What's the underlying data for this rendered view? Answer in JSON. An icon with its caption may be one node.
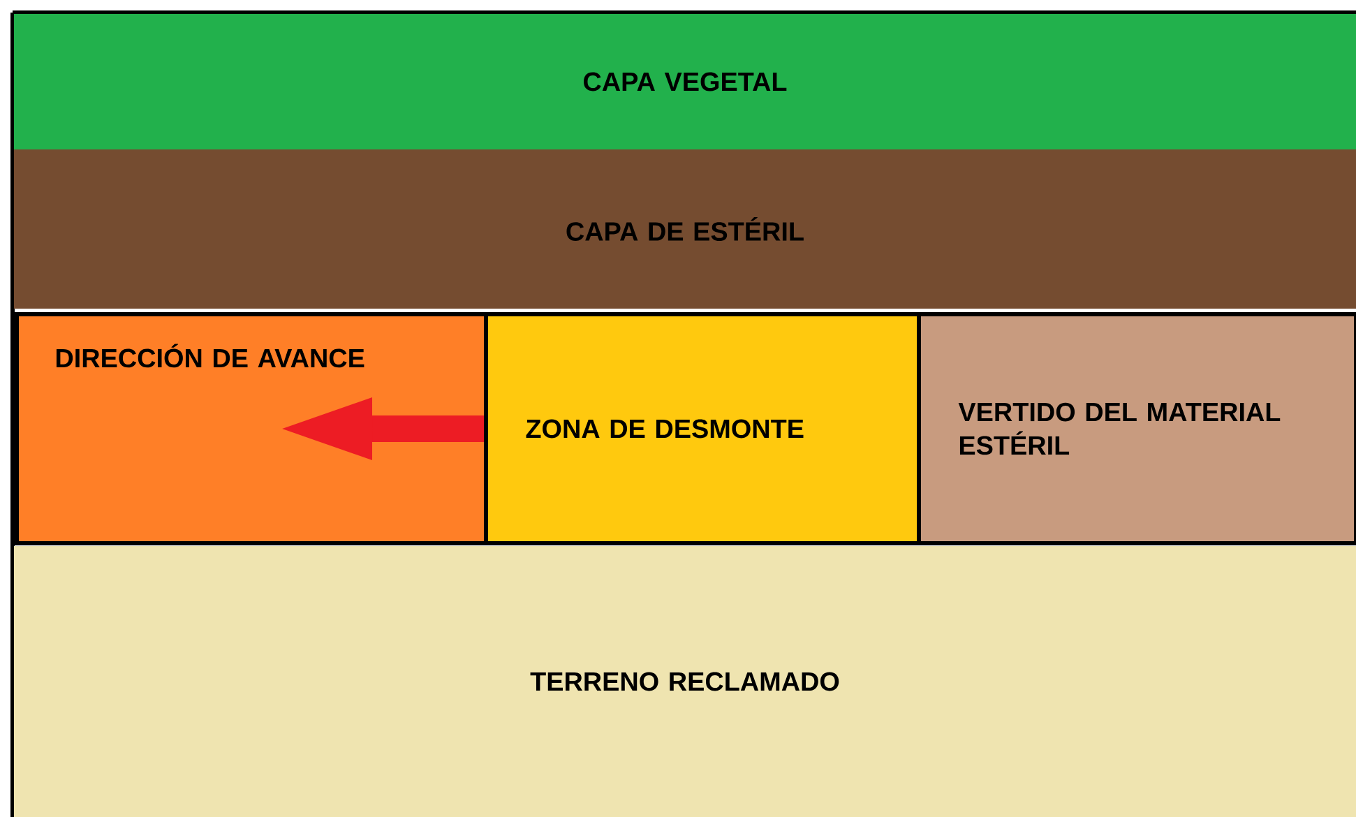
{
  "diagram": {
    "nodes": [
      {
        "text": [
          "CAPA VEGETAL"
        ]
      },
      {
        "text": [
          "CAPA DE ESTÉRIL"
        ]
      },
      {
        "text": [
          "DIRECCIÓN DE AVANCE"
        ]
      },
      {
        "text": [
          "ZONA DE DESMONTE"
        ]
      },
      {
        "text": [
          "VERTIDO DEL MATERIAL ESTÉRIL"
        ]
      },
      {
        "text": [
          "TERRENO RECLAMADO"
        ]
      }
    ],
    "edges": [
      {
        "from": 3,
        "to": 2,
        "arrow": "to",
        "color": "#ed1c24"
      }
    ]
  }
}
